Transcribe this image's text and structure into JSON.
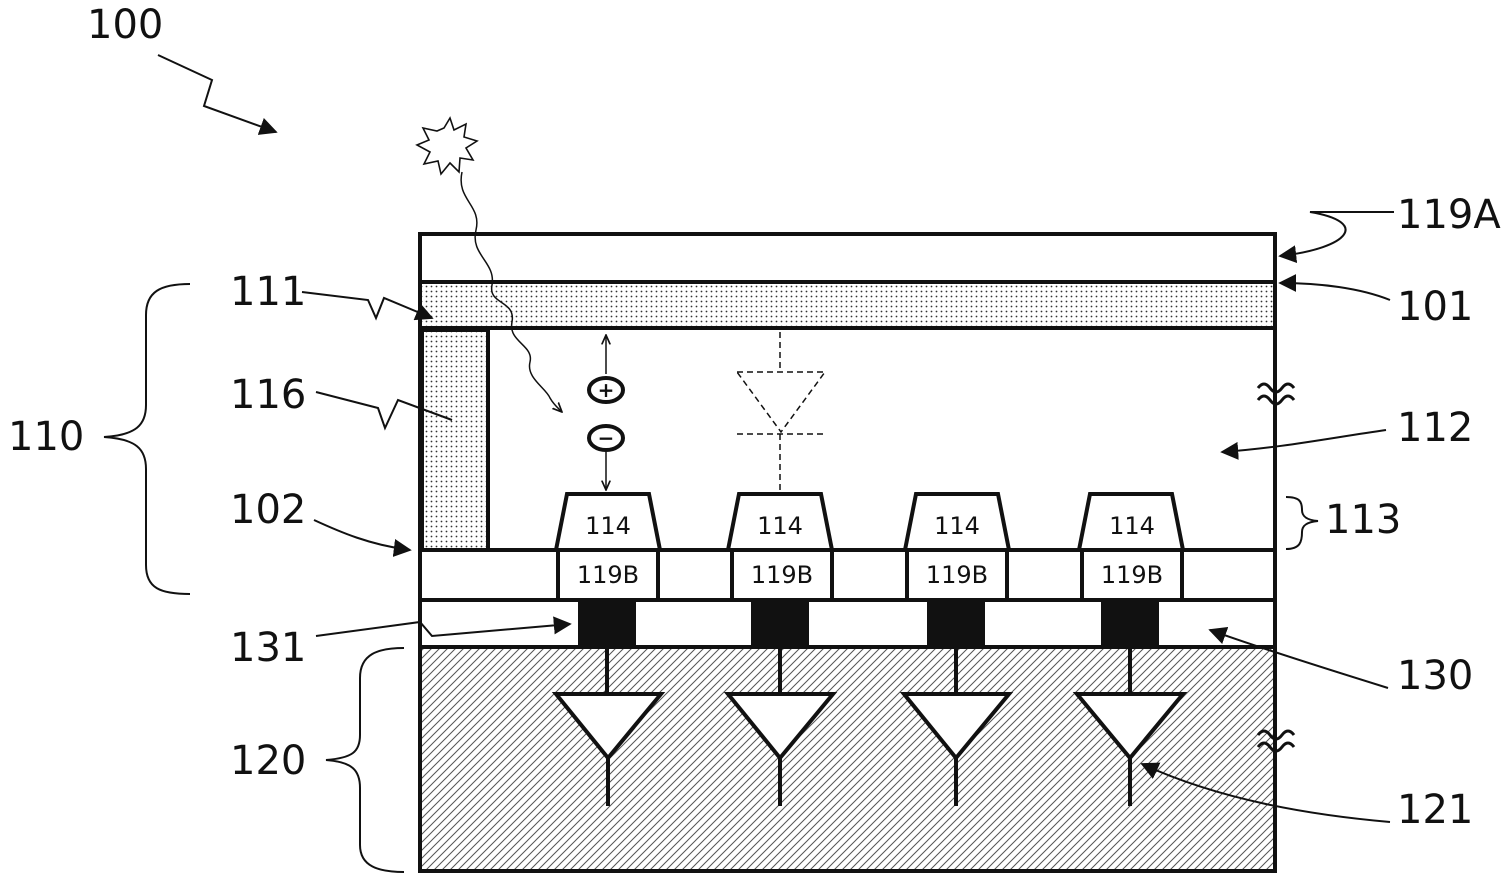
{
  "figure_number": "100",
  "labels": {
    "top_layer": "119A",
    "top_interface": "101",
    "upper_layer": "111",
    "side_wall": "116",
    "device_layer": "110",
    "bulk_region": "112",
    "electrode_group": "113",
    "bottom_interface": "102",
    "bond_contact": "131",
    "bond_layer": "130",
    "circuit_layer": "120",
    "amplifier": "121"
  },
  "electrodes": [
    "114",
    "114",
    "114",
    "114"
  ],
  "contacts": [
    "119B",
    "119B",
    "119B",
    "119B"
  ],
  "charges": {
    "hole": "+",
    "electron": "−"
  },
  "colors": {
    "ink": "#111111",
    "background": "#ffffff"
  },
  "icons": [
    "starburst-icon",
    "wavy-arrow-icon",
    "break-symbol-icon",
    "amplifier-triangle-icon",
    "diode-symbol-icon"
  ]
}
